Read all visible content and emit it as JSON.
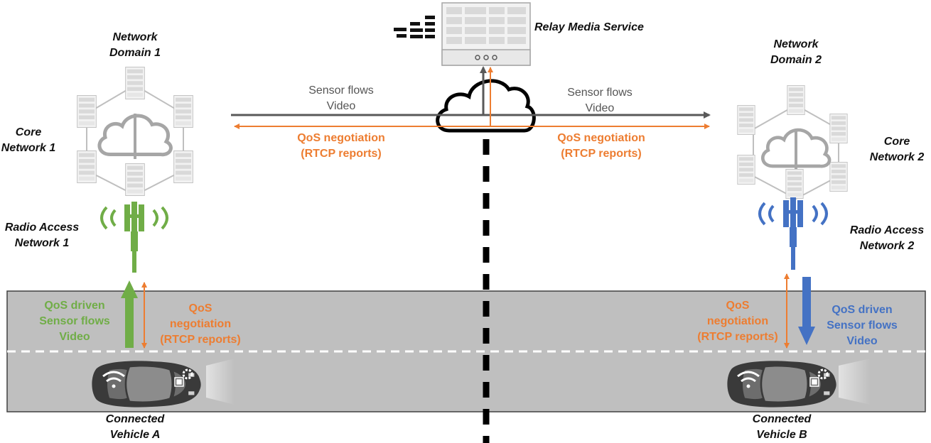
{
  "labels": {
    "network_domain_1": "Network\nDomain 1",
    "network_domain_2": "Network\nDomain 2",
    "relay_media_service": "Relay Media Service",
    "core_network_1": "Core\nNetwork 1",
    "core_network_2": "Core\nNetwork 2",
    "radio_access_network_1": "Radio Access\nNetwork 1",
    "radio_access_network_2": "Radio Access\nNetwork 2",
    "sensor_flows_video_left": "Sensor flows\nVideo",
    "sensor_flows_video_right": "Sensor flows\nVideo",
    "qos_negotiation_left": "QoS negotiation\n(RTCP reports)",
    "qos_negotiation_right": "QoS negotiation\n(RTCP reports)",
    "qos_driven_left": "QoS driven\nSensor flows\nVideo",
    "qos_driven_right": "QoS driven\nSensor flows\nVideo",
    "qos_negotiation_road_left": "QoS\nnegotiation\n(RTCP reports)",
    "qos_negotiation_road_right": "QoS\nnegotiation\n(RTCP reports)",
    "connected_vehicle_a": "Connected\nVehicle A",
    "connected_vehicle_b": "Connected\nVehicle B"
  },
  "colors": {
    "orange": "#ED7D31",
    "green": "#70AD47",
    "blue": "#4472C4",
    "road": "#BFBFBF",
    "arrow_gray": "#595959"
  },
  "icons": [
    "server-rack-icon",
    "cloud-icon",
    "antenna-tower-icon",
    "car-icon",
    "wifi-icon",
    "gear-icon",
    "chip-icon"
  ]
}
